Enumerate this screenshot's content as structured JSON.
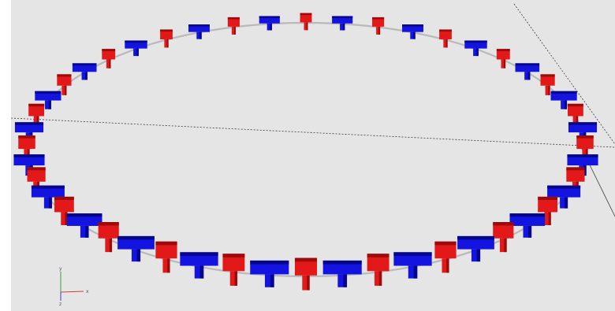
{
  "viewport": {
    "background": "#e5e5e5"
  },
  "ring": {
    "magnet_count": 48,
    "colors": {
      "red_magnet": "#e31818",
      "red_magnet_dark": "#9c0b0b",
      "blue_magnet": "#1414e0",
      "blue_magnet_dark": "#06068a",
      "beam_pipe": "#b9b9b9"
    }
  },
  "axes_gizmo": {
    "x_label": "x",
    "y_label": "y",
    "z_label": "z",
    "x_color": "#d63b3b",
    "y_color": "#2fa82f",
    "z_color": "#3b3bd6"
  },
  "guide_lines": {
    "color": "#3a3a3a",
    "style": "dashed"
  }
}
